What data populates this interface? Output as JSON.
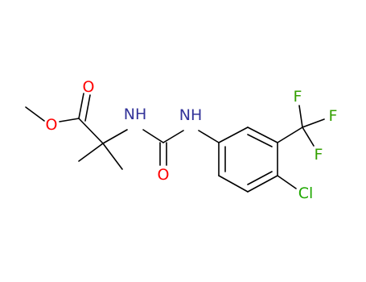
{
  "colors": {
    "background": "#ffffff",
    "bond": "#000000",
    "oxygen": "#ff0000",
    "nitrogen": "#333399",
    "fluorine": "#33a000",
    "chlorine": "#1fa800"
  },
  "atoms": {
    "ester_o_carbonyl": "O",
    "ester_o_methoxy": "O",
    "amide_n_left": "NH",
    "amide_n_right": "NH",
    "urea_o": "O",
    "f_top": "F",
    "f_right": "F",
    "f_bottom": "F",
    "cl": "Cl"
  }
}
